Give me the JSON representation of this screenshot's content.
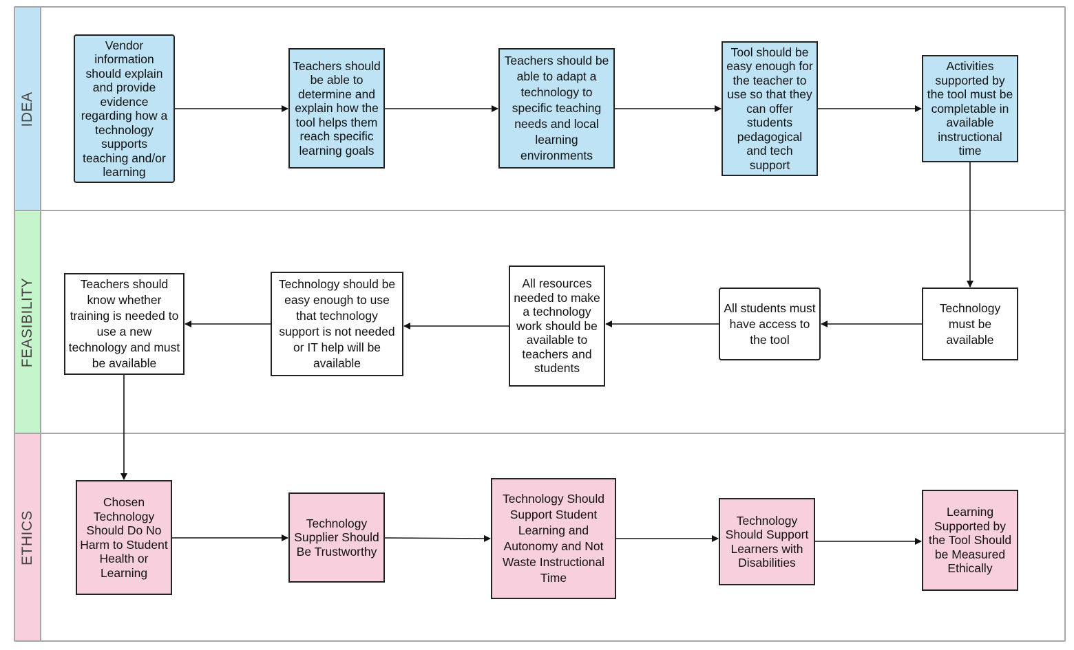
{
  "lanes": [
    {
      "id": "idea",
      "label": "IDEA",
      "color": "#bfe3f4"
    },
    {
      "id": "feasibility",
      "label": "FEASIBILITY",
      "color": "#c6f5cc"
    },
    {
      "id": "ethics",
      "label": "ETHICS",
      "color": "#f8d0dd"
    }
  ],
  "nodes": {
    "idea_1": "Vendor information should explain and provide evidence regarding how a technology supports teaching and/or learning",
    "idea_2": "Teachers should be able to determine and explain how the tool helps them reach specific learning goals",
    "idea_3": "Teachers should be able to adapt a technology to specific teaching needs and local learning environments",
    "idea_4": "Tool should be easy enough for the teacher to use so that they can offer students pedagogical and tech support",
    "idea_5": "Activities supported by the tool must be completable in available instructional time",
    "feas_1": "Technology must be available",
    "feas_2": "All students must have access to the tool",
    "feas_3": "All resources needed to make a technology work should be available to teachers and students",
    "feas_4": "Technology should be easy enough to use that technology support is not needed or IT help will be available",
    "feas_5": "Teachers should know whether training is needed to use a new technology and must be available",
    "eth_1": "Chosen Technology Should Do No Harm to Student Health or Learning",
    "eth_2": "Technology Supplier Should Be Trustworthy",
    "eth_3": "Technology Should Support Student Learning and Autonomy and Not Waste Instructional Time",
    "eth_4": "Technology Should Support Learners with Disabilities",
    "eth_5": "Learning Supported by the Tool Should be Measured Ethically"
  },
  "colors": {
    "idea_fill": "#bde3f5",
    "feasibility_fill": "#ffffff",
    "ethics_fill": "#f8cfdc",
    "border": "#222222",
    "lane_border": "#a6a6a6"
  }
}
